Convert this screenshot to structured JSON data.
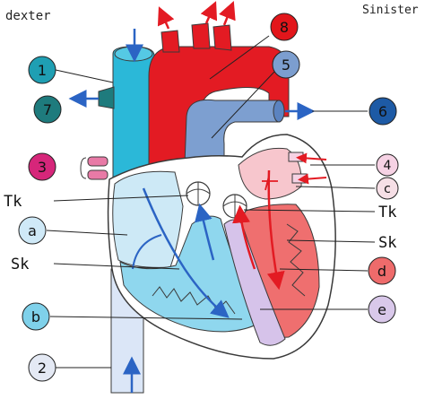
{
  "corner_labels": {
    "left": "dexter",
    "right": "Sinister"
  },
  "side_labels": {
    "tk_left": "Tk",
    "sk_left": "Sk",
    "tk_right": "Tk",
    "sk_right": "Sk"
  },
  "callouts": {
    "c1": {
      "text": "1",
      "fill": "#1f9fb3"
    },
    "c2": {
      "text": "2",
      "fill": "#e4e9f4"
    },
    "c3": {
      "text": "3",
      "fill": "#d6267a"
    },
    "c4": {
      "text": "4",
      "fill": "#f6d2e4"
    },
    "c5": {
      "text": "5",
      "fill": "#7c9ecf"
    },
    "c6": {
      "text": "6",
      "fill": "#1d5aa5"
    },
    "c7": {
      "text": "7",
      "fill": "#1e7b7d"
    },
    "c8": {
      "text": "8",
      "fill": "#e2161b"
    },
    "ca": {
      "text": "a",
      "fill": "#cfe9f7"
    },
    "cb": {
      "text": "b",
      "fill": "#7fd1ea"
    },
    "cc": {
      "text": "c",
      "fill": "#f6dfe6"
    },
    "cd": {
      "text": "d",
      "fill": "#ee6b6b"
    },
    "ce": {
      "text": "e",
      "fill": "#d9c8ea"
    }
  },
  "colors": {
    "vena_cava": "#2bb8d8",
    "aorta": "#e31b23",
    "pulmonary_artery": "#7d9fd0",
    "right_heart": "#bfe6f5",
    "left_heart": "#f7b9c3",
    "left_ventricle": "#ef6f6f",
    "septum": "#d6c3ea",
    "arrow_blue": "#2b64c4",
    "arrow_red": "#e31b23",
    "outline": "#3a3a3a"
  }
}
